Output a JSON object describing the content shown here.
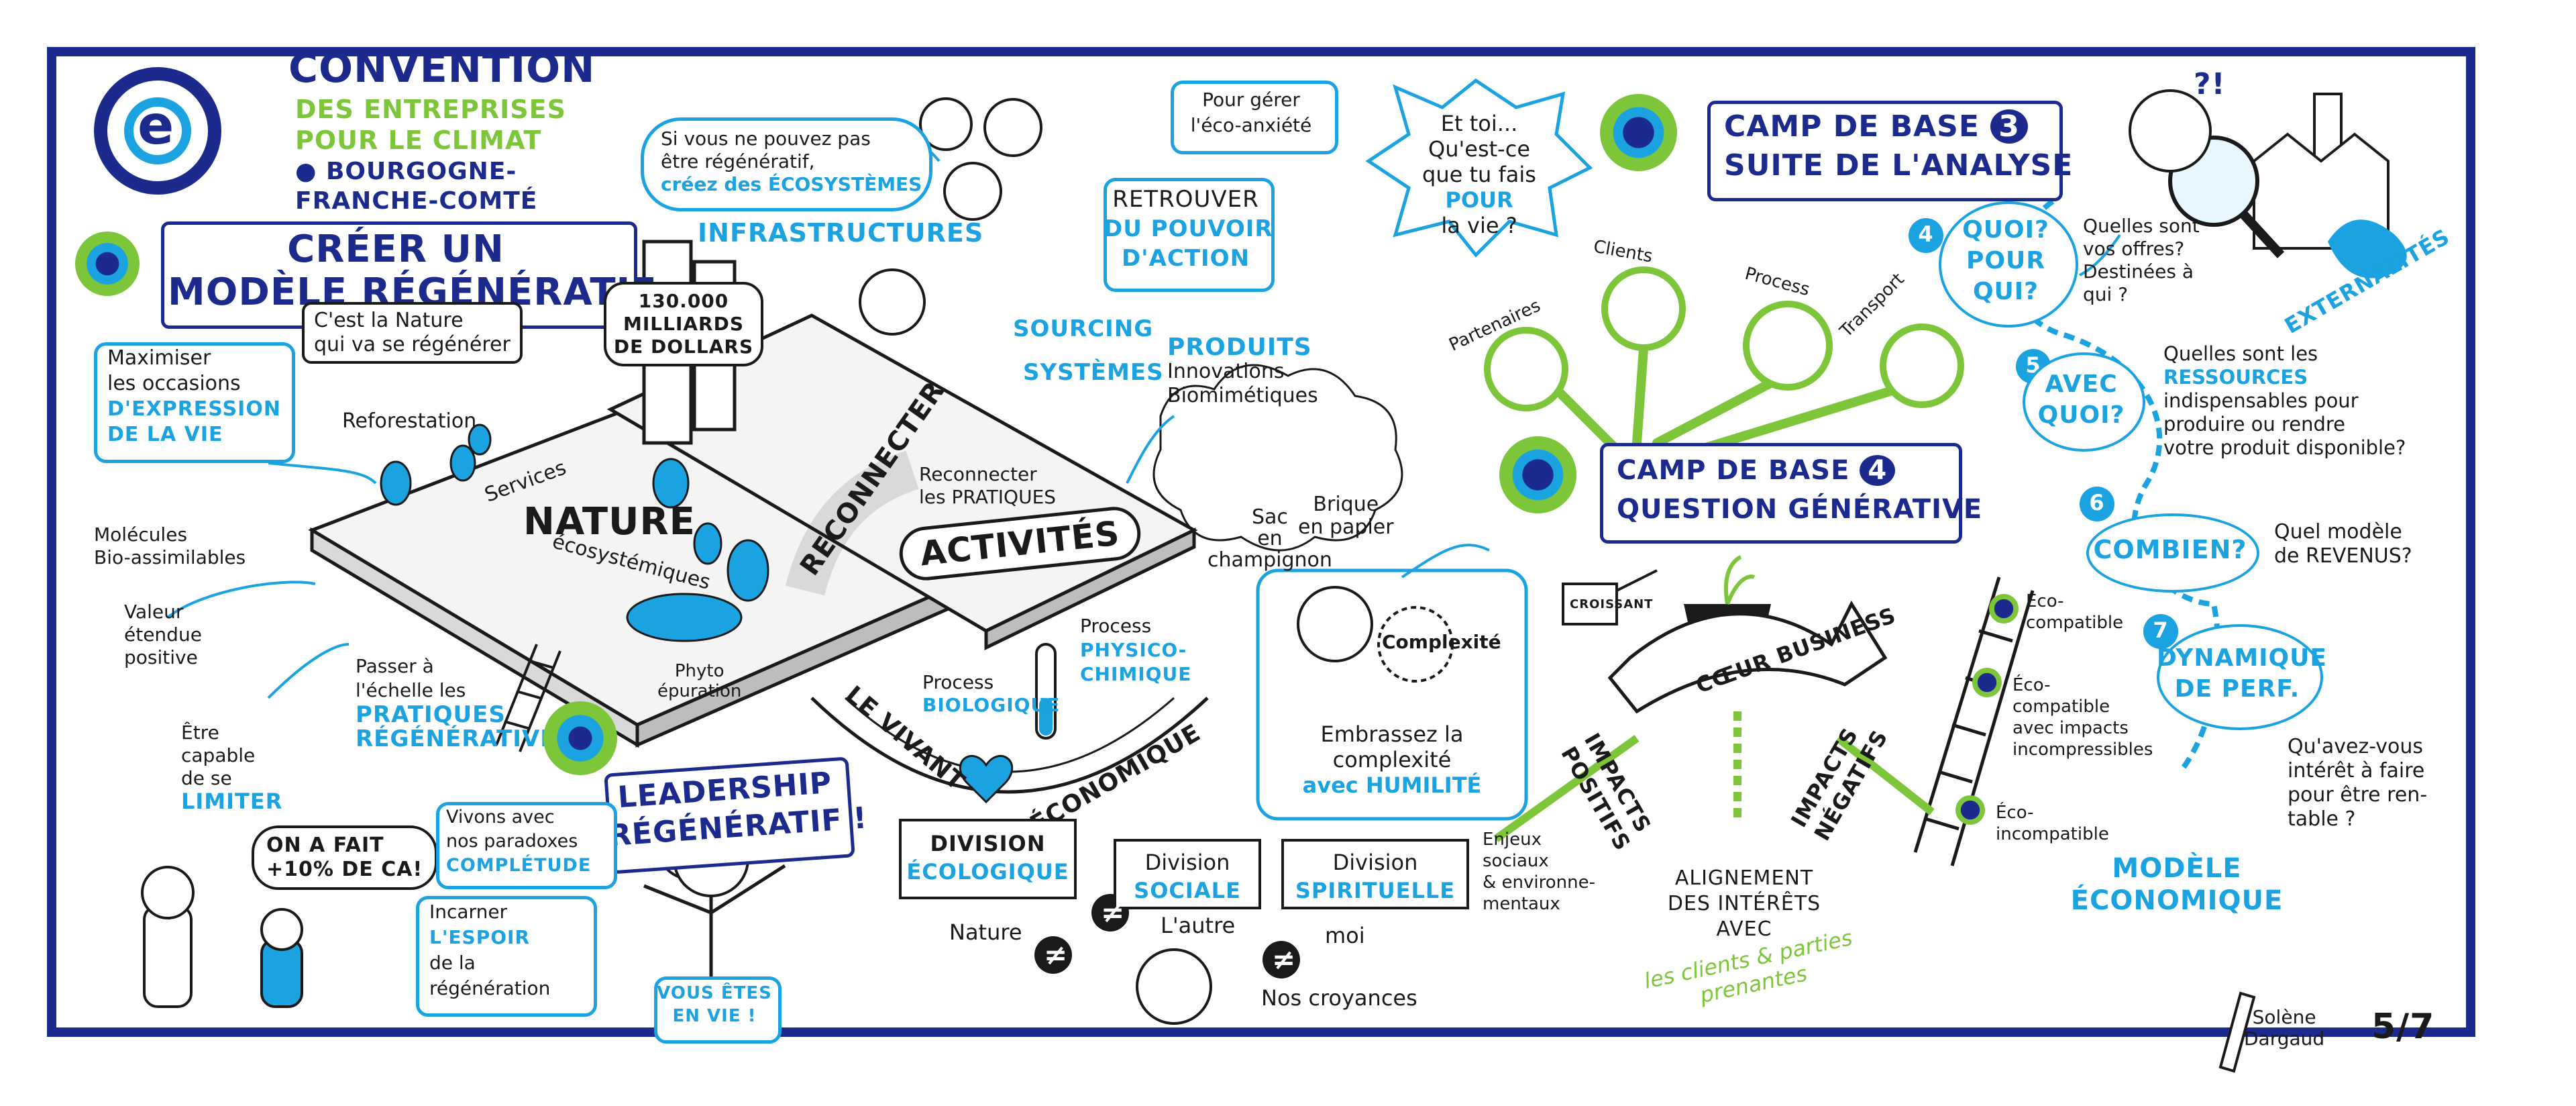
{
  "header": {
    "title_line1": "CONVENTION",
    "title_line2": "DES ENTREPRISES",
    "title_line3": "POUR LE CLIMAT",
    "location_line1": "BOURGOGNE-",
    "location_line2": "FRANCHE-COMTÉ",
    "logo_letter": "e"
  },
  "left": {
    "main_title_1": "CRÉER UN",
    "main_title_2": "MODÈLE RÉGÉNÉRATIF",
    "nature_note_1": "C'est la Nature",
    "nature_note_2": "qui va se régénérer",
    "maximiser_1": "Maximiser",
    "maximiser_2": "les occasions",
    "maximiser_3": "D'EXPRESSION",
    "maximiser_4": "DE LA VIE",
    "reforestation": "Reforestation",
    "molecules_1": "Molécules",
    "molecules_2": "Bio-assimilables",
    "valeur_1": "Valeur",
    "valeur_2": "étendue",
    "valeur_3": "positive",
    "passer_1": "Passer à",
    "passer_2": "l'échelle les",
    "passer_3": "PRATIQUES",
    "passer_4": "RÉGÉNÉRATIVES",
    "limiter_1": "Être",
    "limiter_2": "capable",
    "limiter_3": "de se",
    "limiter_4": "LIMITER",
    "ca_1": "ON A FAIT",
    "ca_2": "+10% DE CA!"
  },
  "leadership": {
    "title_1": "LEADERSHIP",
    "title_2": "RÉGÉNÉRATIF !",
    "paradox_1": "Vivons avec",
    "paradox_2": "nos paradoxes",
    "paradox_3": "COMPLÉTUDE",
    "espoir_1": "Incarner",
    "espoir_2": "L'ESPOIR",
    "espoir_3": "de la",
    "espoir_4": "régénération",
    "vie_1": "Vous êtes",
    "vie_2": "en vie !"
  },
  "center": {
    "ecosys_1": "Si vous ne pouvez pas",
    "ecosys_2": "être régénératif,",
    "ecosys_3": "créez des ÉCOSYSTÈMES",
    "infrastructures": "INFRASTRUCTURES",
    "milliards_1": "130.000",
    "milliards_2": "milliards",
    "milliards_3": "de dollars",
    "services": "Services",
    "nature": "NATURE",
    "ecosystemiques": "écosystémiques",
    "reconnecter": "RECONNECTER",
    "activites": "ACTIVITÉS",
    "sourcing": "SOURCING",
    "systemes": "SYSTÈMES",
    "pratiques_1": "Reconnecter",
    "pratiques_2": "les PRATIQUES",
    "phyto_1": "Phyto",
    "phyto_2": "épuration",
    "process_bio_1": "Process",
    "process_bio_2": "BIOLOGIQUE",
    "process_phys_1": "Process",
    "process_phys_2": "PHYSICO-",
    "process_phys_3": "CHIMIQUE",
    "vivant_left": "LE VIVANT",
    "vivant_right": "ÉCONOMIQUE",
    "produits_1": "PRODUITS",
    "produits_2": "Innovations",
    "produits_3": "Biomimétiques",
    "sac_1": "Sac",
    "sac_2": "en",
    "sac_3": "champignon",
    "brique_1": "Brique",
    "brique_2": "en papier",
    "complexite_word": "Complexité",
    "complexite_1": "Embrassez la",
    "complexite_2": "complexité",
    "complexite_3": "avec HUMILITÉ",
    "div_eco_1": "DIVISION",
    "div_eco_2": "ÉCOLOGIQUE",
    "div_soc_1": "Division",
    "div_soc_2": "SOCIALE",
    "div_spi_1": "Division",
    "div_spi_2": "SPIRITUELLE",
    "nature_word": "Nature",
    "autre_word": "L'autre",
    "moi_word": "moi",
    "croyances": "Nos croyances",
    "neq": "≠"
  },
  "eco_anxiety": {
    "gerer_1": "Pour gérer",
    "gerer_2": "l'éco-anxiété",
    "pouvoir_1": "RETROUVER",
    "pouvoir_2": "DU POUVOIR",
    "pouvoir_3": "D'ACTION",
    "toi_1": "Et toi...",
    "toi_2": "Qu'est-ce",
    "toi_3": "que tu fais",
    "toi_4": "POUR",
    "toi_5": "la vie ?"
  },
  "camp3": {
    "title_1": "CAMP DE BASE",
    "title_num": "3",
    "title_2": "SUITE DE L'ANALYSE",
    "q4_num": "4",
    "q4_1": "QUOI?",
    "q4_2": "POUR",
    "q4_3": "QUI?",
    "q4_note_1": "Quelles sont",
    "q4_note_2": "vos offres?",
    "q4_note_3": "Destinées à",
    "q4_note_4": "qui ?",
    "externalites": "EXTERNALITÉS",
    "interrobang": "?!",
    "q5_num": "5",
    "q5_1": "AVEC",
    "q5_2": "QUOI?",
    "q5_note_1": "Quelles sont les",
    "q5_note_2": "RESSOURCES",
    "q5_note_3": "indispensables pour",
    "q5_note_4": "produire ou rendre",
    "q5_note_5": "votre produit disponible?",
    "q6_num": "6",
    "q6_1": "COMBIEN?",
    "q6_note_1": "Quel modèle",
    "q6_note_2": "de REVENUS?",
    "q7_num": "7",
    "q7_1": "DYNAMIQUE",
    "q7_2": "DE PERF.",
    "q7_note_1": "Qu'avez-vous",
    "q7_note_2": "intérêt à faire",
    "q7_note_3": "pour être ren-",
    "q7_note_4": "table ?",
    "modele_1": "MODÈLE",
    "modele_2": "ÉCONOMIQUE"
  },
  "camp4": {
    "title_1": "CAMP DE BASE",
    "title_num": "4",
    "title_2": "QUESTION GÉNÉRATIVE",
    "partenaires": "Partenaires",
    "clients": "Clients",
    "process": "Process",
    "transport": "Transport",
    "croissant": "CROISSANT",
    "coeur": "CŒUR BUSINESS",
    "impacts_pos_1": "IMPACTS",
    "impacts_pos_2": "POSITIFS",
    "impacts_neg_1": "IMPACTS",
    "impacts_neg_2": "NÉGATIFS",
    "enjeux_1": "Enjeux",
    "enjeux_2": "sociaux",
    "enjeux_3": "& environne-",
    "enjeux_4": "mentaux",
    "alignement_1": "ALIGNEMENT",
    "alignement_2": "DES INTÉRÊTS",
    "alignement_3": "avec",
    "parties_1": "les clients & parties",
    "parties_2": "prenantes",
    "eco_comp_1": "Éco-",
    "eco_comp_2": "compatible",
    "eco_imp_1": "Éco-",
    "eco_imp_2": "compatible",
    "eco_imp_3": "avec impacts",
    "eco_imp_4": "incompressibles",
    "eco_inc_1": "Éco-",
    "eco_inc_2": "incompatible"
  },
  "footer": {
    "author_1": "Solène",
    "author_2": "Dargaud",
    "page": "5/7"
  },
  "colors": {
    "navy": "#1b2a8c",
    "cyan": "#1aa3e0",
    "green": "#7dc63a",
    "ink": "#1a1a1a"
  }
}
